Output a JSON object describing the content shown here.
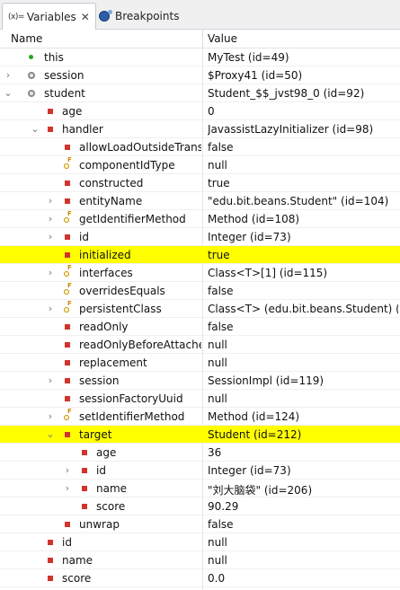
{
  "tabs": [
    {
      "glyph": "(x)=",
      "label": "Variables",
      "close": "✕"
    },
    {
      "label": "Breakpoints"
    }
  ],
  "columns": {
    "name": "Name",
    "value": "Value"
  },
  "rows": [
    {
      "depth": 0,
      "expand": "",
      "icon": "public",
      "name": "this",
      "value": "MyTest  (id=49)",
      "hl": false
    },
    {
      "depth": 0,
      "expand": "collapsed",
      "icon": "protected",
      "name": "session",
      "value": "$Proxy41  (id=50)",
      "hl": false
    },
    {
      "depth": 0,
      "expand": "expanded",
      "icon": "protected",
      "name": "student",
      "value": "Student_$$_jvst98_0  (id=92)",
      "hl": false
    },
    {
      "depth": 1,
      "expand": "",
      "icon": "private",
      "name": "age",
      "value": "0",
      "hl": false
    },
    {
      "depth": 1,
      "expand": "expanded",
      "icon": "private",
      "name": "handler",
      "value": "JavassistLazyInitializer  (id=98)",
      "hl": false
    },
    {
      "depth": 2,
      "expand": "",
      "icon": "private",
      "name": "allowLoadOutsideTrans",
      "value": "false",
      "hl": false
    },
    {
      "depth": 2,
      "expand": "",
      "icon": "final",
      "name": "componentIdType",
      "value": "null",
      "hl": false
    },
    {
      "depth": 2,
      "expand": "",
      "icon": "private",
      "name": "constructed",
      "value": "true",
      "hl": false
    },
    {
      "depth": 2,
      "expand": "collapsed",
      "icon": "private",
      "name": "entityName",
      "value": "\"edu.bit.beans.Student\" (id=104)",
      "hl": false
    },
    {
      "depth": 2,
      "expand": "collapsed",
      "icon": "final",
      "name": "getIdentifierMethod",
      "value": "Method  (id=108)",
      "hl": false
    },
    {
      "depth": 2,
      "expand": "collapsed",
      "icon": "private",
      "name": "id",
      "value": "Integer  (id=73)",
      "hl": false
    },
    {
      "depth": 2,
      "expand": "",
      "icon": "private",
      "name": "initialized",
      "value": "true",
      "hl": true
    },
    {
      "depth": 2,
      "expand": "collapsed",
      "icon": "final",
      "name": "interfaces",
      "value": "Class<T>[1]  (id=115)",
      "hl": false
    },
    {
      "depth": 2,
      "expand": "",
      "icon": "final",
      "name": "overridesEquals",
      "value": "false",
      "hl": false
    },
    {
      "depth": 2,
      "expand": "collapsed",
      "icon": "final",
      "name": "persistentClass",
      "value": "Class<T> (edu.bit.beans.Student) (...",
      "hl": false
    },
    {
      "depth": 2,
      "expand": "",
      "icon": "private",
      "name": "readOnly",
      "value": "false",
      "hl": false
    },
    {
      "depth": 2,
      "expand": "",
      "icon": "private",
      "name": "readOnlyBeforeAttached",
      "value": "null",
      "hl": false
    },
    {
      "depth": 2,
      "expand": "",
      "icon": "private",
      "name": "replacement",
      "value": "null",
      "hl": false
    },
    {
      "depth": 2,
      "expand": "collapsed",
      "icon": "private",
      "name": "session",
      "value": "SessionImpl  (id=119)",
      "hl": false
    },
    {
      "depth": 2,
      "expand": "",
      "icon": "private",
      "name": "sessionFactoryUuid",
      "value": "null",
      "hl": false
    },
    {
      "depth": 2,
      "expand": "collapsed",
      "icon": "final",
      "name": "setIdentifierMethod",
      "value": "Method  (id=124)",
      "hl": false
    },
    {
      "depth": 2,
      "expand": "expanded",
      "icon": "private",
      "name": "target",
      "value": "Student  (id=212)",
      "hl": true
    },
    {
      "depth": 3,
      "expand": "",
      "icon": "private",
      "name": "age",
      "value": "36",
      "hl": false
    },
    {
      "depth": 3,
      "expand": "collapsed",
      "icon": "private",
      "name": "id",
      "value": "Integer  (id=73)",
      "hl": false
    },
    {
      "depth": 3,
      "expand": "collapsed",
      "icon": "private",
      "name": "name",
      "value": "\"刘大脑袋\" (id=206)",
      "hl": false
    },
    {
      "depth": 3,
      "expand": "",
      "icon": "private",
      "name": "score",
      "value": "90.29",
      "hl": false
    },
    {
      "depth": 2,
      "expand": "",
      "icon": "private",
      "name": "unwrap",
      "value": "false",
      "hl": false
    },
    {
      "depth": 1,
      "expand": "",
      "icon": "private",
      "name": "id",
      "value": "null",
      "hl": false
    },
    {
      "depth": 1,
      "expand": "",
      "icon": "private",
      "name": "name",
      "value": "null",
      "hl": false
    },
    {
      "depth": 1,
      "expand": "",
      "icon": "private",
      "name": "score",
      "value": "0.0",
      "hl": false
    }
  ]
}
